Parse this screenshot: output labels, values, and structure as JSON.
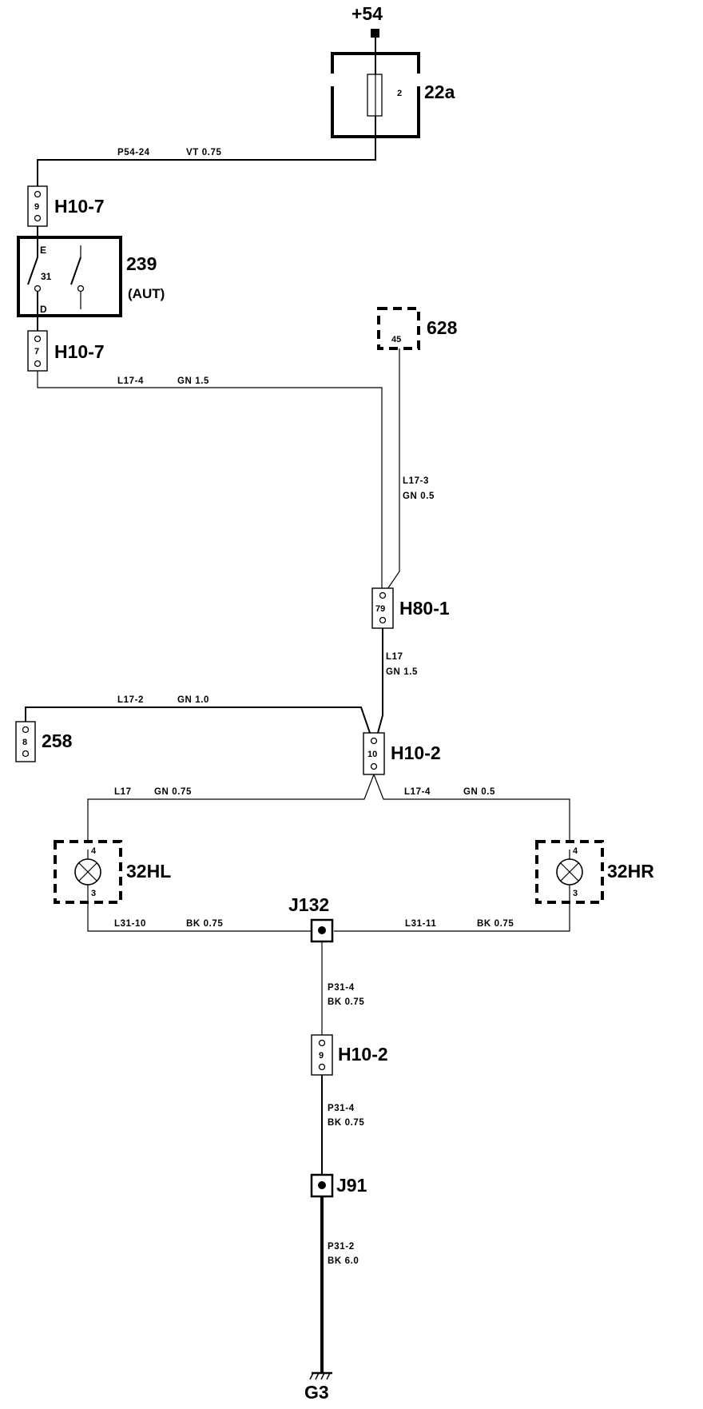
{
  "power": {
    "label": "+54"
  },
  "fuse": {
    "id": "22a",
    "pin": "2"
  },
  "switch": {
    "id": "239",
    "note": "(AUT)",
    "pin": "31",
    "term_top": "E",
    "term_bottom": "D"
  },
  "light_module": {
    "id": "628",
    "pin": "45"
  },
  "lamps": {
    "left": {
      "id": "32HL",
      "pin_top": "4",
      "pin_bottom": "3"
    },
    "right": {
      "id": "32HR",
      "pin_top": "4",
      "pin_bottom": "3"
    }
  },
  "component_258": {
    "id": "258",
    "pin": "8"
  },
  "connectors": {
    "h10_7_top": {
      "id": "H10-7",
      "pin": "9"
    },
    "h10_7_bottom": {
      "id": "H10-7",
      "pin": "7"
    },
    "h80_1": {
      "id": "H80-1",
      "pin": "79"
    },
    "h10_2_top": {
      "id": "H10-2",
      "pin": "10"
    },
    "h10_2_bottom": {
      "id": "H10-2",
      "pin": "9"
    }
  },
  "splices": {
    "j132": "J132",
    "j91": "J91"
  },
  "ground": {
    "id": "G3"
  },
  "wires": {
    "p54_24": {
      "code": "P54-24",
      "spec": "VT  0.75"
    },
    "l17_4_top": {
      "code": "L17-4",
      "spec": "GN  1.5"
    },
    "l17_3": {
      "code": "L17-3",
      "spec": "GN  0.5"
    },
    "l17": {
      "code": "L17",
      "spec": "GN  1.5"
    },
    "l17_2": {
      "code": "L17-2",
      "spec": "GN  1.0"
    },
    "l17_left": {
      "code": "L17",
      "spec": "GN  0.75"
    },
    "l17_4_right": {
      "code": "L17-4",
      "spec": "GN  0.5"
    },
    "l31_10": {
      "code": "L31-10",
      "spec": "BK  0.75"
    },
    "l31_11": {
      "code": "L31-11",
      "spec": "BK  0.75"
    },
    "p31_4_a": {
      "code": "P31-4",
      "spec": "BK  0.75"
    },
    "p31_4_b": {
      "code": "P31-4",
      "spec": "BK  0.75"
    },
    "p31_2": {
      "code": "P31-2",
      "spec": "BK  6.0"
    }
  }
}
